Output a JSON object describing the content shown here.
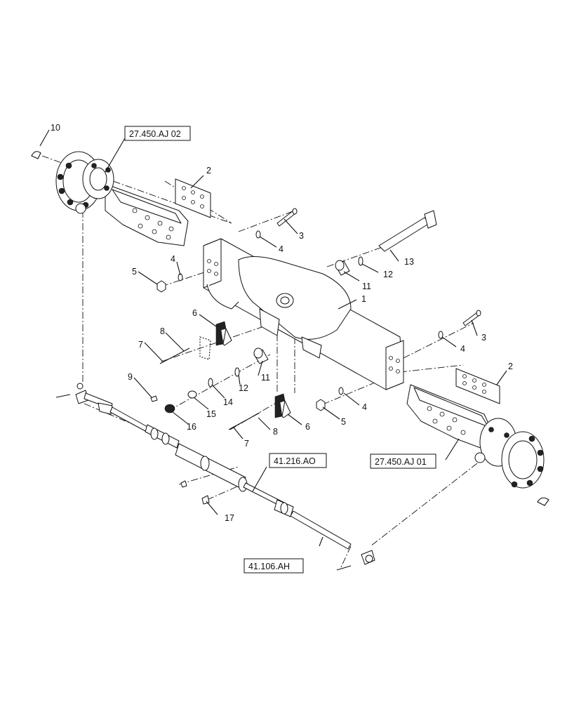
{
  "references": {
    "hub_left": "27.450.AJ 02",
    "hub_right": "27.450.AJ 01",
    "steering_cylinder": "41.216.AO",
    "tie_rod": "41.106.AH"
  },
  "callouts": {
    "c1": "1",
    "c2a": "2",
    "c2b": "2",
    "c3a": "3",
    "c3b": "3",
    "c4a": "4",
    "c4b": "4",
    "c4c": "4",
    "c4d": "4",
    "c5a": "5",
    "c5b": "5",
    "c6a": "6",
    "c6b": "6",
    "c7a": "7",
    "c7b": "7",
    "c8a": "8",
    "c8b": "8",
    "c9": "9",
    "c10": "10",
    "c11a": "11",
    "c11b": "11",
    "c12a": "12",
    "c12b": "12",
    "c13": "13",
    "c14": "14",
    "c15": "15",
    "c16": "16",
    "c17": "17"
  }
}
